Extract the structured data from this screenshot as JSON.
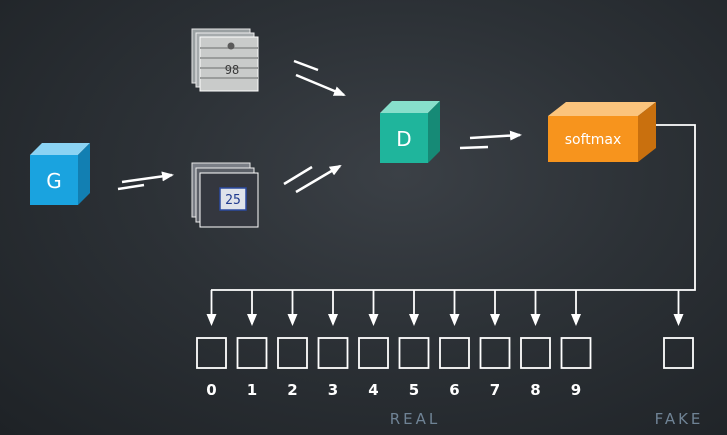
{
  "nodes": {
    "generator": {
      "label": "G",
      "color": "#1aa3df"
    },
    "discriminator": {
      "label": "D",
      "color": "#1fb59c"
    },
    "softmax": {
      "label": "softmax",
      "color": "#f7941d"
    }
  },
  "images": {
    "real_sample": {
      "icon": "house-number-photo-stack",
      "text": "98"
    },
    "generated_sample": {
      "icon": "house-number-photo-stack",
      "text": "25"
    }
  },
  "outputs": {
    "digits": [
      "0",
      "1",
      "2",
      "3",
      "4",
      "5",
      "6",
      "7",
      "8",
      "9"
    ],
    "real_label": "REAL",
    "fake_label": "FAKE"
  }
}
